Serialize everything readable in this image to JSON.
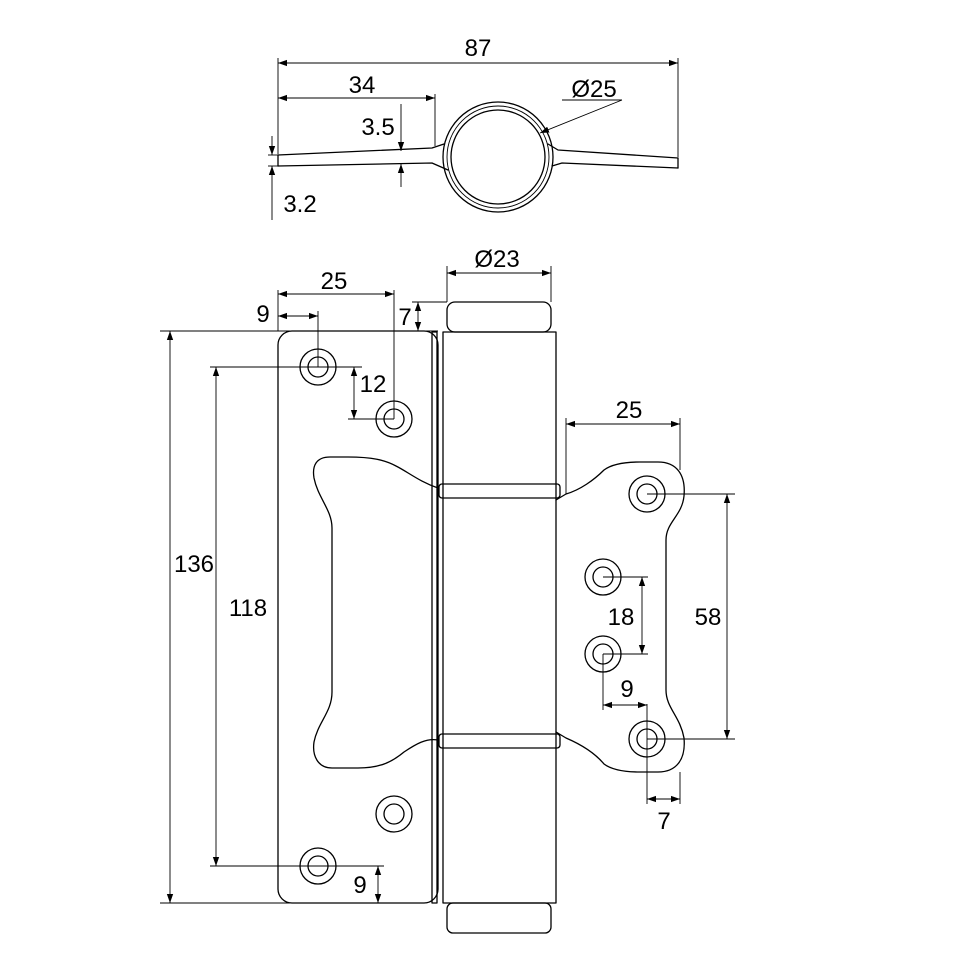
{
  "colors": {
    "line": "#000000",
    "background": "#ffffff"
  },
  "top_view": {
    "overall_width": "87",
    "leaf_width": "34",
    "knuckle_diameter": "Ø25",
    "leaf_offset": "3.5",
    "leaf_thickness": "3.2"
  },
  "front_view": {
    "barrel_diameter": "Ø23",
    "left_leaf_width": "25",
    "left_hole_offset": "9",
    "cap_height": "7",
    "left_hole_spacing": "12",
    "overall_height": "136",
    "left_hole_pitch": "118",
    "bottom_hole_offset": "9",
    "right_leaf_width": "25",
    "right_hole_spacing_outer": "58",
    "right_hole_spacing_inner": "18",
    "right_hole_offset": "9",
    "right_edge_offset": "7"
  }
}
